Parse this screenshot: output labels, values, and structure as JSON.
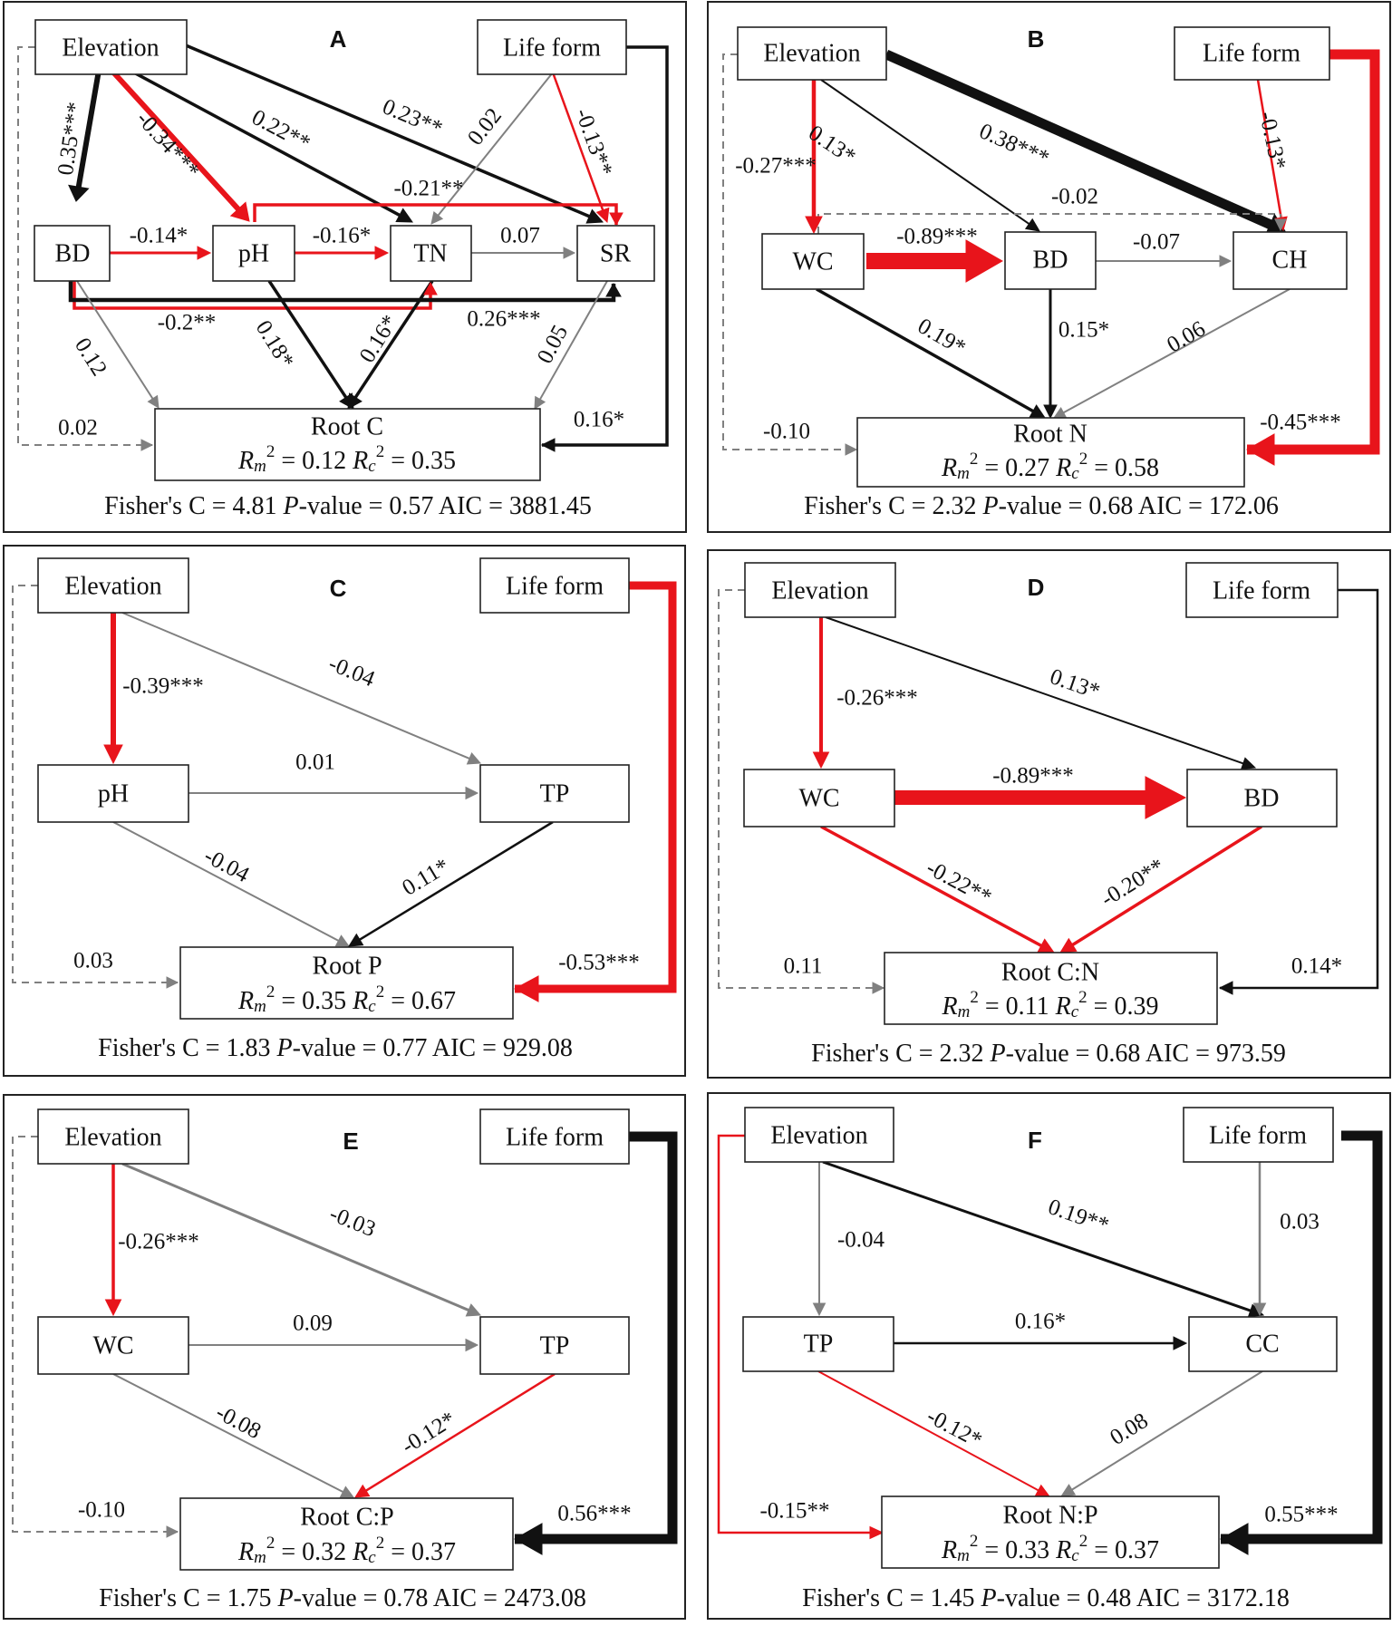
{
  "legend": {
    "red": "#e8141b",
    "black": "#111111",
    "grey": "#808080"
  },
  "panels": [
    {
      "id": "A",
      "nodes": {
        "elev": {
          "label": "Elevation"
        },
        "life": {
          "label": "Life form"
        },
        "bd": {
          "label": "BD"
        },
        "ph": {
          "label": "pH"
        },
        "tn": {
          "label": "TN"
        },
        "sr": {
          "label": "SR"
        },
        "root": {
          "label": "Root C"
        }
      },
      "response": {
        "rm": "0.12",
        "rc": "0.35"
      },
      "fit": {
        "fisher_c": "4.81",
        "p_value": "0.57",
        "aic": "3881.45"
      },
      "paths": [
        {
          "label": "0.35***",
          "sign": "positive",
          "significant": true
        },
        {
          "label": "-0.34***",
          "sign": "negative",
          "significant": true
        },
        {
          "label": "0.22**",
          "sign": "positive",
          "significant": true
        },
        {
          "label": "0.23**",
          "sign": "positive",
          "significant": true
        },
        {
          "label": "0.02",
          "sign": "positive",
          "significant": false
        },
        {
          "label": "-0.13**",
          "sign": "negative",
          "significant": true
        },
        {
          "label": "-0.21**",
          "sign": "negative",
          "significant": true
        },
        {
          "label": "-0.14*",
          "sign": "negative",
          "significant": true
        },
        {
          "label": "-0.16*",
          "sign": "negative",
          "significant": true
        },
        {
          "label": "0.07",
          "sign": "positive",
          "significant": false
        },
        {
          "label": "-0.2**",
          "sign": "negative",
          "significant": true
        },
        {
          "label": "0.26***",
          "sign": "positive",
          "significant": true
        },
        {
          "label": "0.12",
          "sign": "positive",
          "significant": false
        },
        {
          "label": "0.18*",
          "sign": "positive",
          "significant": true
        },
        {
          "label": "0.16*",
          "sign": "positive",
          "significant": true
        },
        {
          "label": "0.05",
          "sign": "positive",
          "significant": false
        },
        {
          "label": "0.02",
          "sign": "positive",
          "significant": false
        },
        {
          "label": "0.16*",
          "sign": "positive",
          "significant": true
        }
      ]
    },
    {
      "id": "B",
      "nodes": {
        "elev": {
          "label": "Elevation"
        },
        "life": {
          "label": "Life form"
        },
        "wc": {
          "label": "WC"
        },
        "bd": {
          "label": "BD"
        },
        "ch": {
          "label": "CH"
        },
        "root": {
          "label": "Root N"
        }
      },
      "response": {
        "rm": "0.27",
        "rc": "0.58"
      },
      "fit": {
        "fisher_c": "2.32",
        "p_value": "0.68",
        "aic": "172.06"
      },
      "paths": [
        {
          "label": "-0.27***",
          "sign": "negative",
          "significant": true
        },
        {
          "label": "0.13*",
          "sign": "positive",
          "significant": true
        },
        {
          "label": "0.38***",
          "sign": "positive",
          "significant": true
        },
        {
          "label": "-0.13*",
          "sign": "negative",
          "significant": true
        },
        {
          "label": "-0.02",
          "sign": "negative",
          "significant": false
        },
        {
          "label": "-0.89***",
          "sign": "negative",
          "significant": true
        },
        {
          "label": "-0.07",
          "sign": "negative",
          "significant": false
        },
        {
          "label": "0.19*",
          "sign": "positive",
          "significant": true
        },
        {
          "label": "0.15*",
          "sign": "positive",
          "significant": true
        },
        {
          "label": "0.06",
          "sign": "positive",
          "significant": false
        },
        {
          "label": "-0.10",
          "sign": "negative",
          "significant": false
        },
        {
          "label": "-0.45***",
          "sign": "negative",
          "significant": true
        }
      ]
    },
    {
      "id": "C",
      "nodes": {
        "elev": {
          "label": "Elevation"
        },
        "life": {
          "label": "Life form"
        },
        "mid": {
          "label": "pH"
        },
        "tp": {
          "label": "TP"
        },
        "root": {
          "label": "Root P"
        }
      },
      "response": {
        "rm": "0.35",
        "rc": "0.67"
      },
      "fit": {
        "fisher_c": "1.83",
        "p_value": "0.77",
        "aic": "929.08"
      },
      "paths": [
        {
          "label": "-0.39***",
          "sign": "negative",
          "significant": true
        },
        {
          "label": "-0.04",
          "sign": "negative",
          "significant": false
        },
        {
          "label": "0.01",
          "sign": "positive",
          "significant": false
        },
        {
          "label": "-0.04",
          "sign": "negative",
          "significant": false
        },
        {
          "label": "0.11*",
          "sign": "positive",
          "significant": true
        },
        {
          "label": "0.03",
          "sign": "positive",
          "significant": false
        },
        {
          "label": "-0.53***",
          "sign": "negative",
          "significant": true
        }
      ]
    },
    {
      "id": "D",
      "nodes": {
        "elev": {
          "label": "Elevation"
        },
        "life": {
          "label": "Life form"
        },
        "wc": {
          "label": "WC"
        },
        "bd": {
          "label": "BD"
        },
        "root": {
          "label": "Root C:N"
        }
      },
      "response": {
        "rm": "0.11",
        "rc": "0.39"
      },
      "fit": {
        "fisher_c": "2.32",
        "p_value": "0.68",
        "aic": "973.59"
      },
      "paths": [
        {
          "label": "-0.26***",
          "sign": "negative",
          "significant": true
        },
        {
          "label": "0.13*",
          "sign": "positive",
          "significant": true
        },
        {
          "label": "-0.89***",
          "sign": "negative",
          "significant": true
        },
        {
          "label": "-0.22**",
          "sign": "negative",
          "significant": true
        },
        {
          "label": "-0.20**",
          "sign": "negative",
          "significant": true
        },
        {
          "label": "0.11",
          "sign": "positive",
          "significant": false
        },
        {
          "label": "0.14*",
          "sign": "positive",
          "significant": true
        }
      ]
    },
    {
      "id": "E",
      "nodes": {
        "elev": {
          "label": "Elevation"
        },
        "life": {
          "label": "Life form"
        },
        "mid": {
          "label": "WC"
        },
        "tp": {
          "label": "TP"
        },
        "root": {
          "label": "Root C:P"
        }
      },
      "response": {
        "rm": "0.32",
        "rc": "0.37"
      },
      "fit": {
        "fisher_c": "1.75",
        "p_value": "0.78",
        "aic": "2473.08"
      },
      "paths": [
        {
          "label": "-0.26***",
          "sign": "negative",
          "significant": true
        },
        {
          "label": "-0.03",
          "sign": "negative",
          "significant": false
        },
        {
          "label": "0.09",
          "sign": "positive",
          "significant": false
        },
        {
          "label": "-0.08",
          "sign": "negative",
          "significant": false
        },
        {
          "label": "-0.12*",
          "sign": "negative",
          "significant": true
        },
        {
          "label": "-0.10",
          "sign": "negative",
          "significant": false
        },
        {
          "label": "0.56***",
          "sign": "positive",
          "significant": true
        }
      ]
    },
    {
      "id": "F",
      "nodes": {
        "elev": {
          "label": "Elevation"
        },
        "life": {
          "label": "Life form"
        },
        "tp": {
          "label": "TP"
        },
        "cc": {
          "label": "CC"
        },
        "root": {
          "label": "Root N:P"
        }
      },
      "response": {
        "rm": "0.33",
        "rc": "0.37"
      },
      "fit": {
        "fisher_c": "1.45",
        "p_value": "0.48",
        "aic": "3172.18"
      },
      "paths": [
        {
          "label": "-0.04",
          "sign": "negative",
          "significant": false
        },
        {
          "label": "0.19**",
          "sign": "positive",
          "significant": true
        },
        {
          "label": "0.03",
          "sign": "positive",
          "significant": false
        },
        {
          "label": "0.16*",
          "sign": "positive",
          "significant": true
        },
        {
          "label": "-0.12*",
          "sign": "negative",
          "significant": true
        },
        {
          "label": "0.08",
          "sign": "positive",
          "significant": false
        },
        {
          "label": "-0.15**",
          "sign": "negative",
          "significant": true
        },
        {
          "label": "0.55***",
          "sign": "positive",
          "significant": true
        }
      ]
    }
  ]
}
